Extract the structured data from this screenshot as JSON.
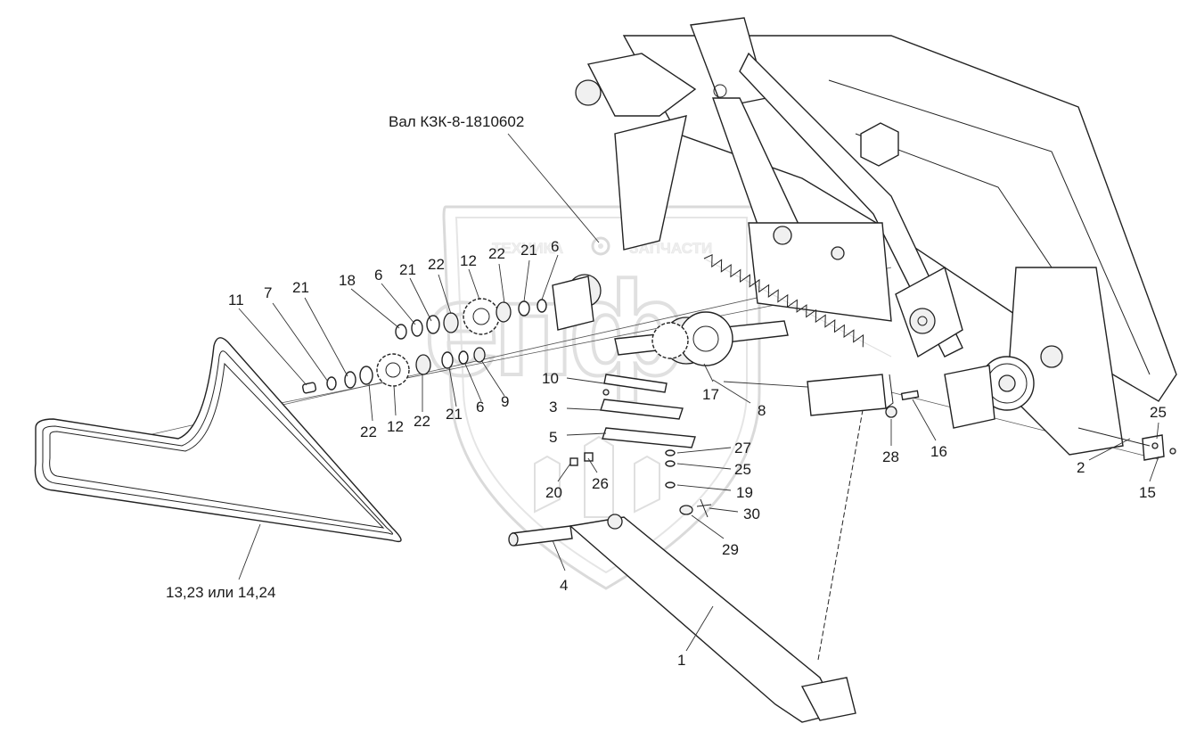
{
  "title_callout": "Вал КЗК-8-1810602",
  "watermark": {
    "left_word": "ТЕХНИКА",
    "right_word": "ЗАПЧАСТИ",
    "logo_letters": "епф"
  },
  "belt_callout": "13,23 или 14,24",
  "part_labels": [
    {
      "id": "p11",
      "text": "11"
    },
    {
      "id": "p7",
      "text": "7"
    },
    {
      "id": "p21a",
      "text": "21"
    },
    {
      "id": "p18",
      "text": "18"
    },
    {
      "id": "p6a",
      "text": "6"
    },
    {
      "id": "p21b",
      "text": "21"
    },
    {
      "id": "p22a",
      "text": "22"
    },
    {
      "id": "p12a",
      "text": "12"
    },
    {
      "id": "p22b",
      "text": "22"
    },
    {
      "id": "p21c",
      "text": "21"
    },
    {
      "id": "p6b",
      "text": "6"
    },
    {
      "id": "p10",
      "text": "10"
    },
    {
      "id": "p9",
      "text": "9"
    },
    {
      "id": "p6c",
      "text": "6"
    },
    {
      "id": "p21d",
      "text": "21"
    },
    {
      "id": "p22c",
      "text": "22"
    },
    {
      "id": "p12b",
      "text": "12"
    },
    {
      "id": "p22d",
      "text": "22"
    },
    {
      "id": "p3",
      "text": "3"
    },
    {
      "id": "p5",
      "text": "5"
    },
    {
      "id": "p17",
      "text": "17"
    },
    {
      "id": "p8",
      "text": "8"
    },
    {
      "id": "p27",
      "text": "27"
    },
    {
      "id": "p25a",
      "text": "25"
    },
    {
      "id": "p19",
      "text": "19"
    },
    {
      "id": "p30",
      "text": "30"
    },
    {
      "id": "p29",
      "text": "29"
    },
    {
      "id": "p20",
      "text": "20"
    },
    {
      "id": "p26",
      "text": "26"
    },
    {
      "id": "p4",
      "text": "4"
    },
    {
      "id": "p1",
      "text": "1"
    },
    {
      "id": "p28",
      "text": "28"
    },
    {
      "id": "p16",
      "text": "16"
    },
    {
      "id": "p2",
      "text": "2"
    },
    {
      "id": "p25b",
      "text": "25"
    },
    {
      "id": "p15",
      "text": "15"
    }
  ]
}
